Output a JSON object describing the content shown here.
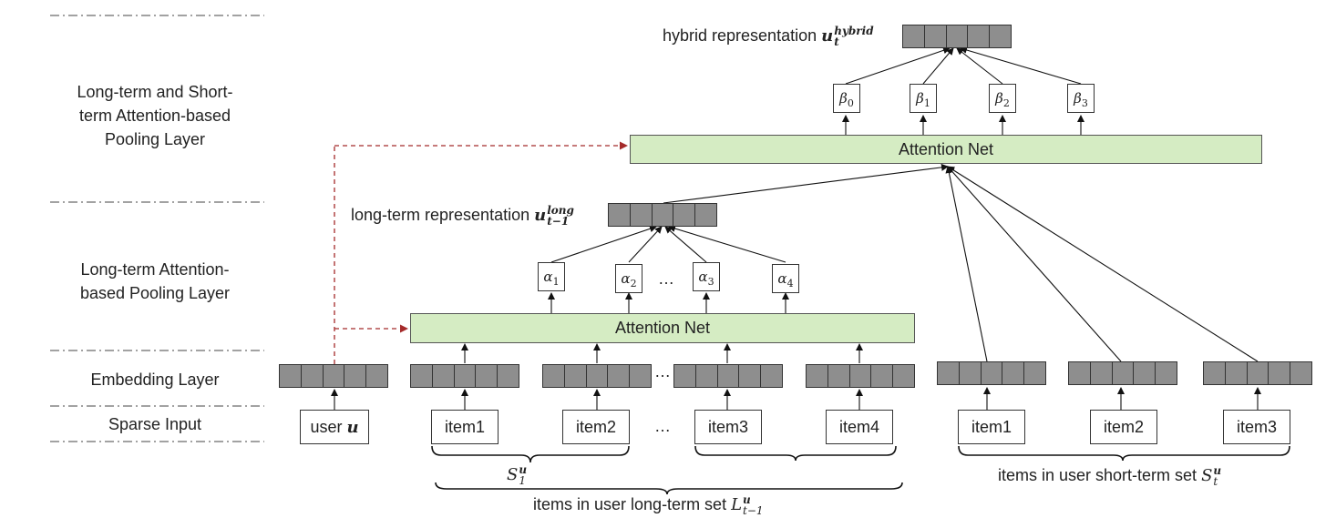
{
  "layers": {
    "pooling_long_short": "Long-term and Short-\nterm Attention-based\nPooling  Layer",
    "pooling_long": "Long-term Attention-\nbased Pooling  Layer",
    "embedding": "Embedding  Layer",
    "sparse_input": "Sparse Input"
  },
  "hybrid": {
    "label": "hybrid representation",
    "symbol": "u",
    "sup": "hybrid",
    "sub": "t"
  },
  "long_rep": {
    "label": "long-term representation",
    "symbol": "u",
    "sup": "long",
    "sub": "t−1"
  },
  "attention_net_top": "Attention Net",
  "attention_net_bottom": "Attention Net",
  "betas": [
    "β",
    "β",
    "β",
    "β"
  ],
  "beta_subs": [
    "0",
    "1",
    "2",
    "3"
  ],
  "alphas": [
    "α",
    "α",
    "α",
    "α"
  ],
  "alpha_subs": [
    "1",
    "2",
    "3",
    "4"
  ],
  "ellipsis": "…",
  "user_input": {
    "label": "user",
    "symbol": "u"
  },
  "long_items": [
    "item1",
    "item2",
    "item3",
    "item4"
  ],
  "short_items": [
    "item1",
    "item2",
    "item3"
  ],
  "braces": {
    "s1": {
      "symbol": "S",
      "sub": "1",
      "sup": "u"
    },
    "long_set": {
      "label": "items in user long-term set",
      "symbol": "L",
      "sup": "u",
      "sub": "t−1"
    },
    "short_set": {
      "label": "items in user short-term set",
      "symbol": "S",
      "sup": "u",
      "sub": "t"
    }
  }
}
